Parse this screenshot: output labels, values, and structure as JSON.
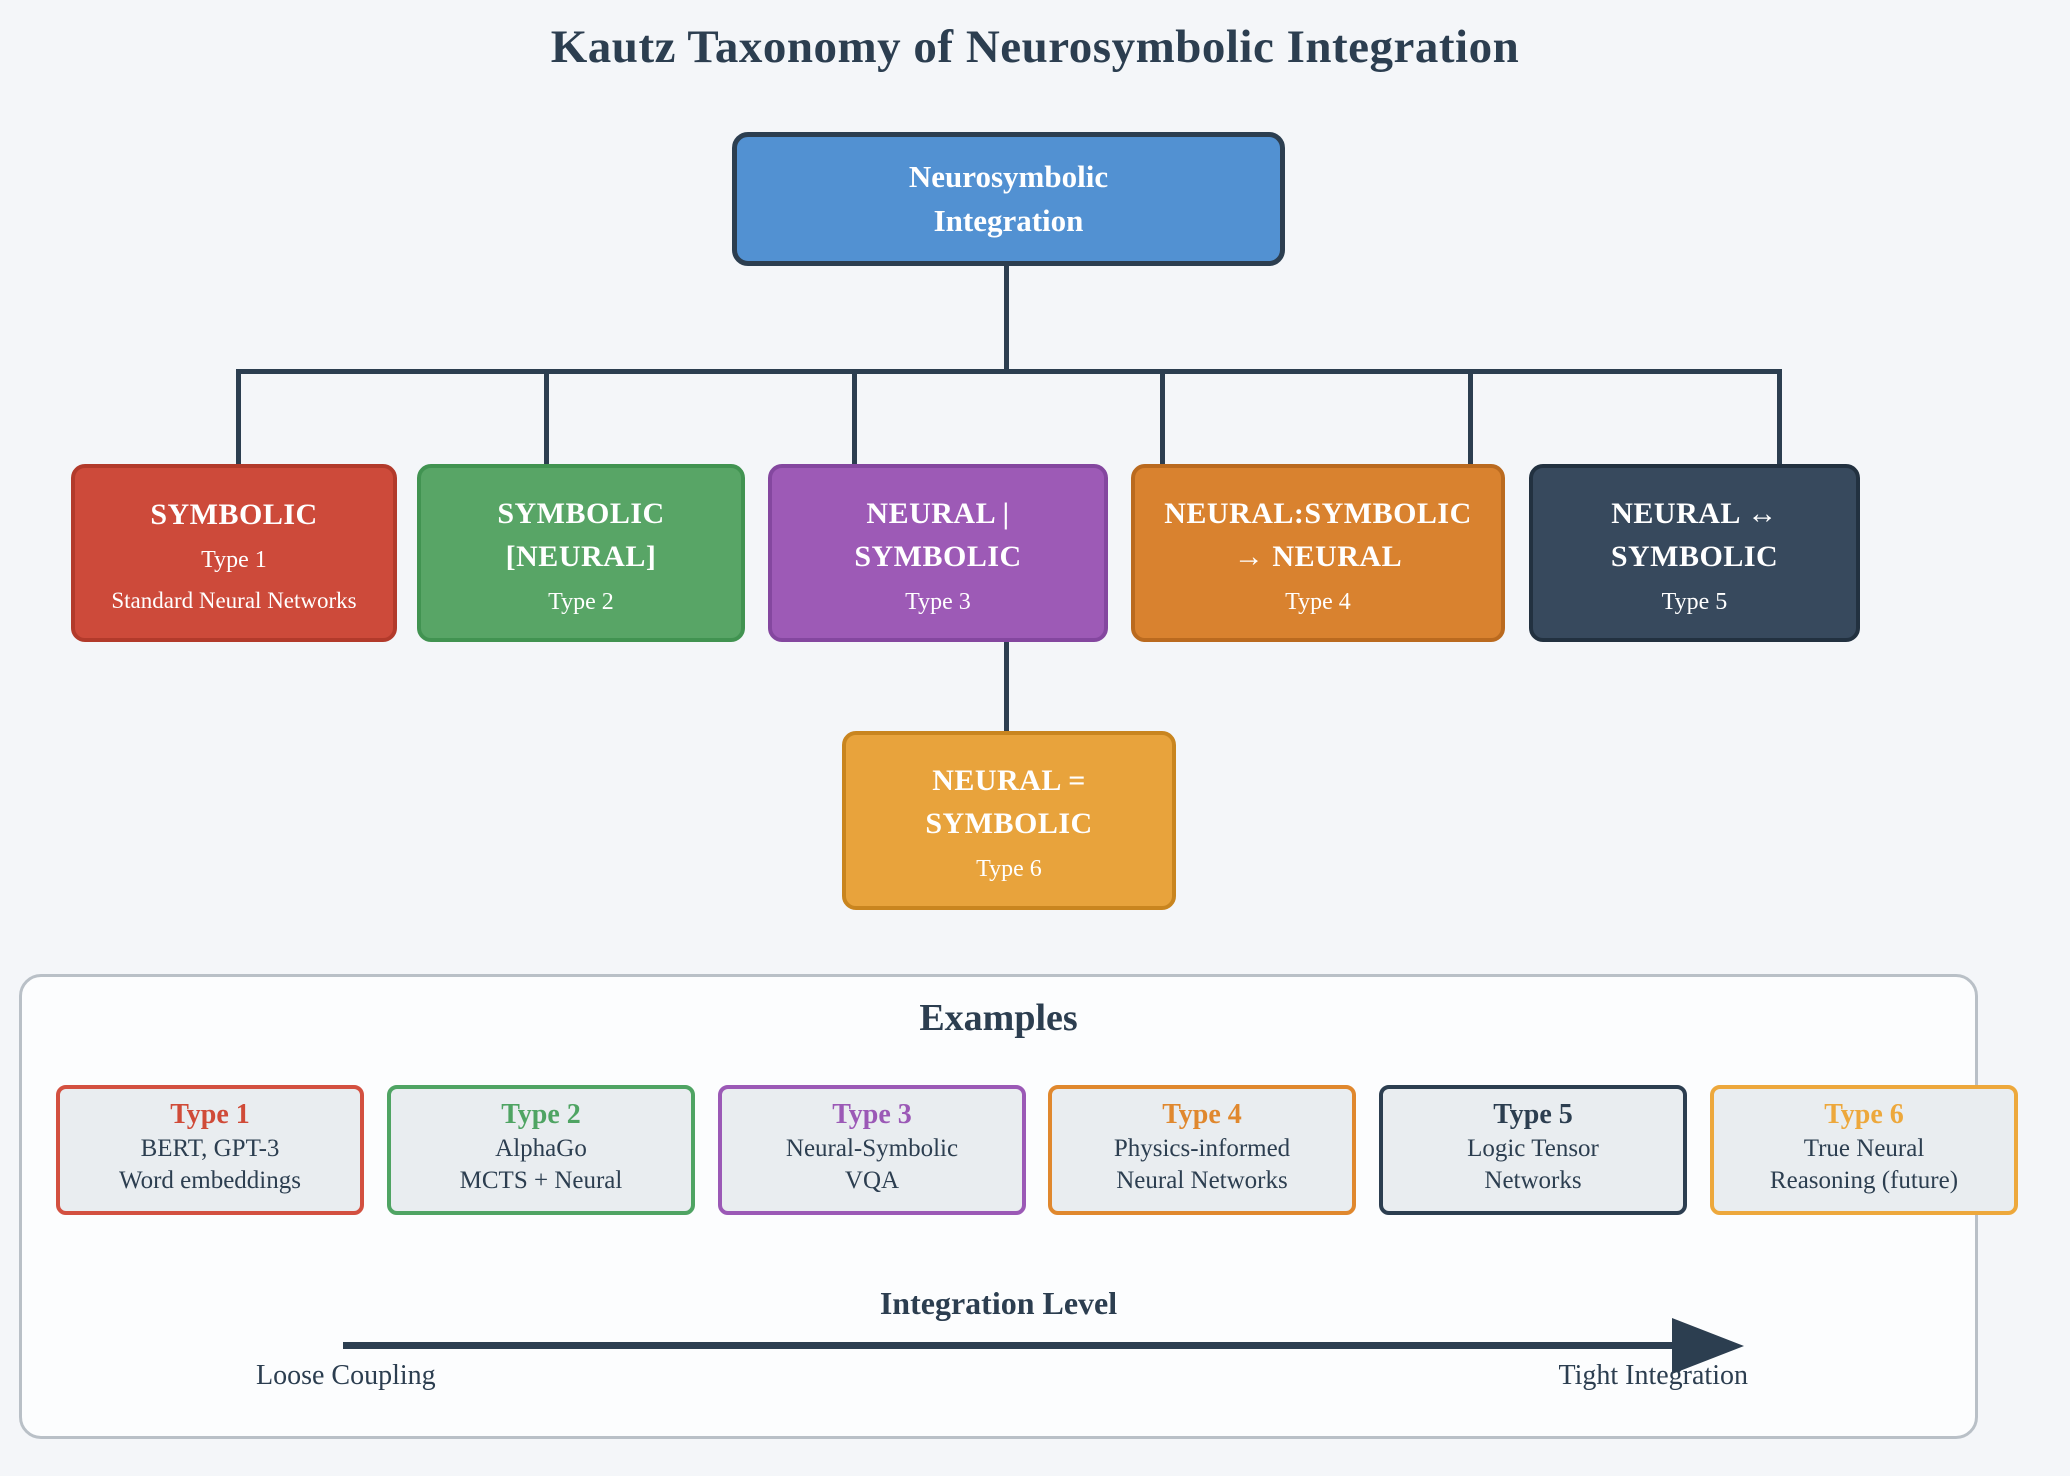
{
  "title": "Kautz Taxonomy of Neurosymbolic Integration",
  "palette": {
    "background": "#f4f6f9",
    "ink": "#2c3e50",
    "root_blue": "#5291d2",
    "type1_red": "#cd4a3a",
    "type2_green": "#58a566",
    "type3_purple": "#9d5ab6",
    "type4_orange": "#d9822f",
    "type5_navy": "#37495d",
    "type6_amber": "#e8a33c"
  },
  "tree": {
    "root": {
      "lines": [
        "Neurosymbolic",
        "Integration"
      ]
    },
    "nodes": [
      {
        "lines": [
          "SYMBOLIC"
        ],
        "type": "Type 1",
        "subtitle": "Standard Neural Networks"
      },
      {
        "lines": [
          "SYMBOLIC",
          "[NEURAL]"
        ],
        "type": "Type 2"
      },
      {
        "lines": [
          "NEURAL |",
          "SYMBOLIC"
        ],
        "type": "Type 3"
      },
      {
        "lines": [
          "NEURAL:SYMBOLIC",
          "→ NEURAL"
        ],
        "type": "Type 4"
      },
      {
        "lines": [
          "NEURAL ↔",
          "SYMBOLIC"
        ],
        "type": "Type 5"
      }
    ],
    "child": {
      "lines": [
        "NEURAL =",
        "SYMBOLIC"
      ],
      "type": "Type 6"
    }
  },
  "examples": {
    "heading": "Examples",
    "cards": [
      {
        "title": "Type 1",
        "lines": [
          "BERT, GPT-3",
          "Word embeddings"
        ]
      },
      {
        "title": "Type 2",
        "lines": [
          "AlphaGo",
          "MCTS + Neural"
        ]
      },
      {
        "title": "Type 3",
        "lines": [
          "Neural-Symbolic",
          "VQA"
        ]
      },
      {
        "title": "Type 4",
        "lines": [
          "Physics-informed",
          "Neural Networks"
        ]
      },
      {
        "title": "Type 5",
        "lines": [
          "Logic Tensor",
          "Networks"
        ]
      },
      {
        "title": "Type 6",
        "lines": [
          "True Neural",
          "Reasoning (future)"
        ]
      }
    ],
    "axis": {
      "title": "Integration Level",
      "left_label": "Loose Coupling",
      "right_label": "Tight Integration"
    }
  }
}
